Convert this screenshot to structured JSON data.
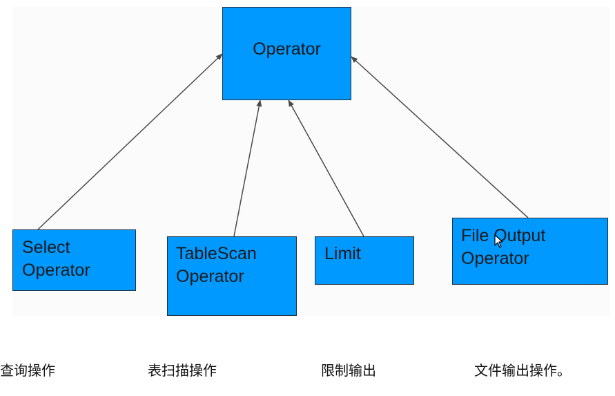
{
  "boxes": {
    "operator": "Operator",
    "select": "Select\nOperator",
    "tablescan": "TableScan\nOperator",
    "limit": "Limit",
    "fileoutput": "File Output\nOperator"
  },
  "captions": {
    "select": "查询操作",
    "tablescan": "表扫描操作",
    "limit": "限制输出",
    "fileoutput": "文件输出操作。"
  },
  "colors": {
    "box_fill": "#0099ff",
    "box_border": "#1f2f44",
    "arrow": "#4a4a4a"
  },
  "icons": {
    "cursor": "mouse-pointer-icon"
  }
}
